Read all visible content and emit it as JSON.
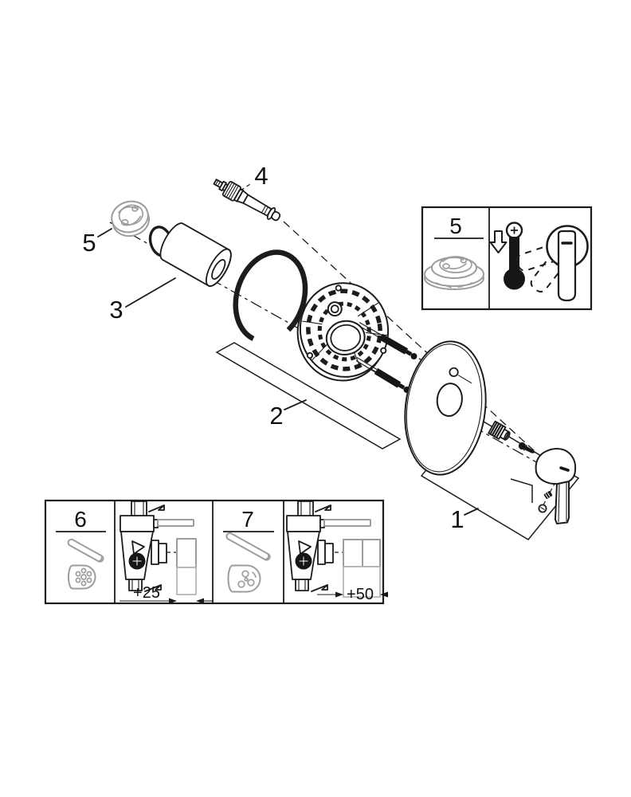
{
  "diagram": {
    "type": "exploded-parts-diagram",
    "background": "#ffffff",
    "line_color": "#1c1c1c",
    "gray_part_color": "#9d9d9d",
    "callouts": {
      "part1": "1",
      "part2": "2",
      "part3": "3",
      "part4": "4",
      "part5": "5"
    },
    "inset_temperature": {
      "number": "5",
      "icons": [
        "cap-limiter-icon",
        "down-arrow-icon",
        "thermometer-icon",
        "lever-rotation-icon"
      ]
    },
    "inset_extensions": {
      "part6": "6",
      "part7": "7",
      "dim_25": "+25",
      "dim_50": "+50",
      "icons": [
        "extension-rod-icon",
        "extension-sleeve-icon",
        "valve-cross-section-icon",
        "finished-wall-icon"
      ]
    }
  }
}
